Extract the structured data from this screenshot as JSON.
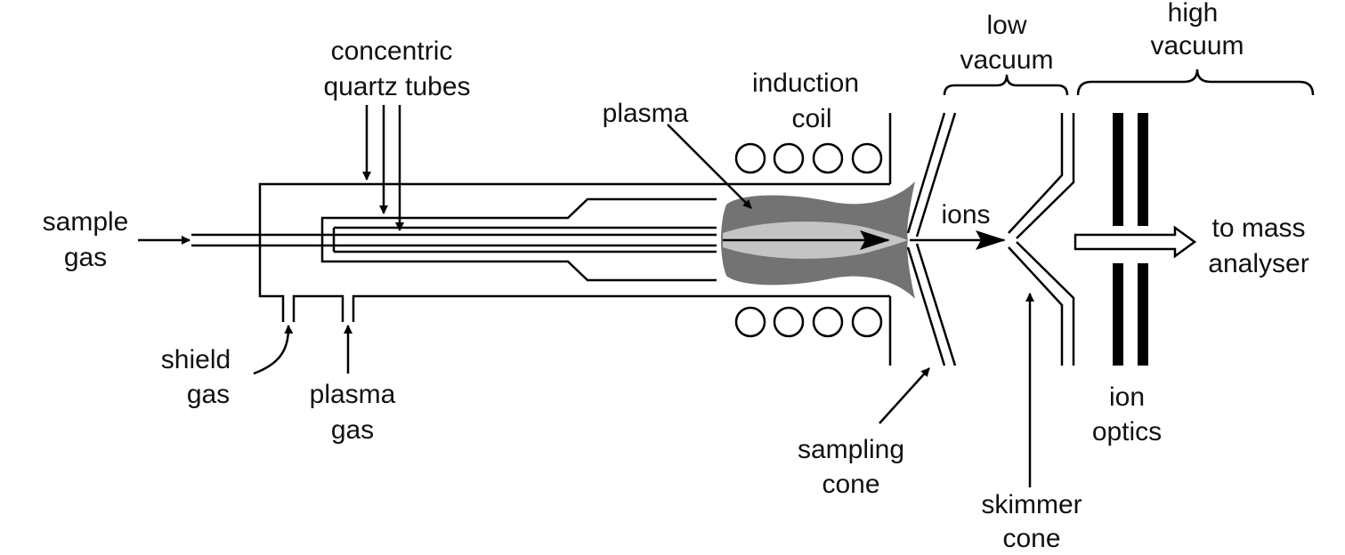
{
  "diagram": {
    "colors": {
      "plasma_outer": "#737373",
      "plasma_inner": "#c4c4c4",
      "lines": "#000000"
    },
    "labels": {
      "concentric_quartz_tubes": [
        "concentric",
        "quartz tubes"
      ],
      "induction_coil": [
        "induction",
        "coil"
      ],
      "plasma": [
        "plasma"
      ],
      "low_vacuum": [
        "low",
        "vacuum"
      ],
      "high_vacuum": [
        "high",
        "vacuum"
      ],
      "sample_gas": [
        "sample",
        "gas"
      ],
      "ions": [
        "ions"
      ],
      "to_mass_analyser": [
        "to mass",
        "analyser"
      ],
      "shield_gas": [
        "shield",
        "gas"
      ],
      "plasma_gas": [
        "plasma",
        "gas"
      ],
      "ion_optics": [
        "ion",
        "optics"
      ],
      "sampling_cone": [
        "sampling",
        "cone"
      ],
      "skimmer_cone": [
        "skimmer",
        "cone"
      ]
    }
  }
}
